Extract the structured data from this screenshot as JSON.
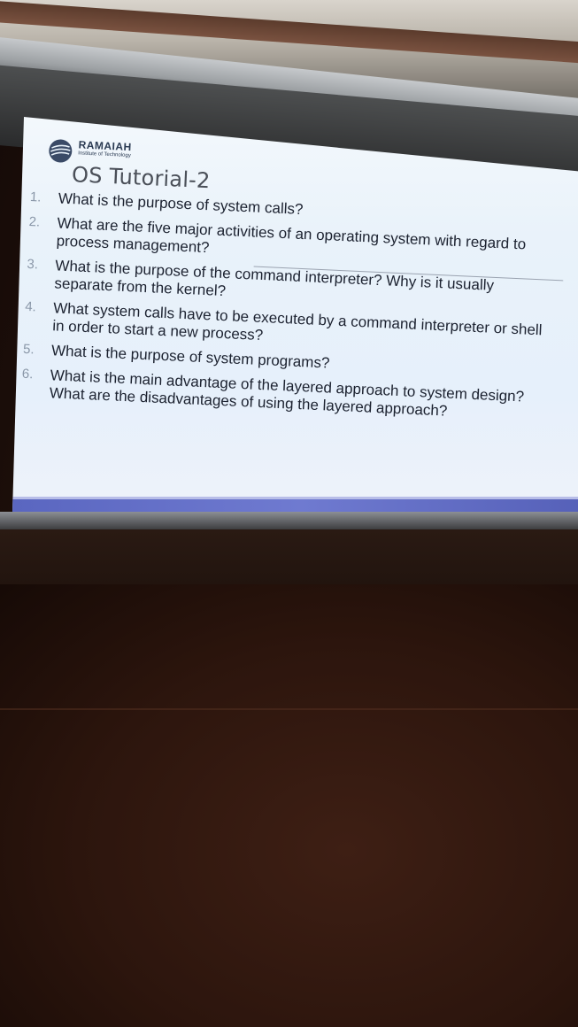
{
  "logo": {
    "name": "RAMAIAH",
    "subtitle": "Institute of Technology",
    "icon": "ramaiah-logo-icon"
  },
  "slide": {
    "title": "OS Tutorial-2",
    "questions": [
      {
        "number": "1.",
        "text": "What is the purpose of system calls?"
      },
      {
        "number": "2.",
        "text": "What are the five major activities of an operating system with regard to process management?"
      },
      {
        "number": "3.",
        "text": "What is the purpose of the command interpreter? Why is it usually separate from the kernel?"
      },
      {
        "number": "4.",
        "text": "What system calls have to be executed by a command interpreter or shell in order to start a new process?"
      },
      {
        "number": "5.",
        "text": "What is the purpose of system programs?"
      },
      {
        "number": "6.",
        "text": "What is the main advantage of the layered approach to system design? What are the disadvantages of using the layered approach?"
      }
    ]
  },
  "colors": {
    "slide_background": "#e9f2fa",
    "slide_bar": "#5a66c0",
    "text": "#1c2230",
    "room": "#2c150d"
  }
}
